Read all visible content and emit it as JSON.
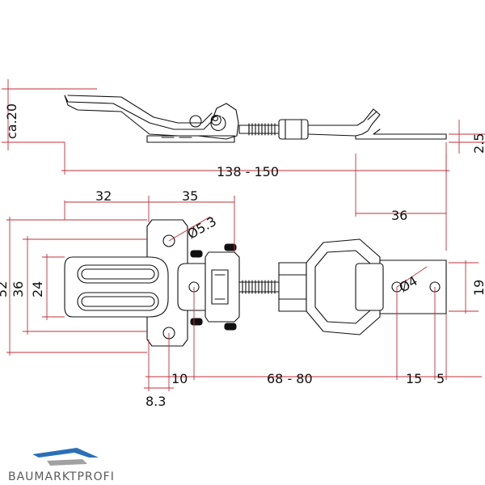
{
  "colors": {
    "dimension": "#c0303a",
    "outline": "#111111",
    "logo_blue": "#2a6fb8",
    "logo_grey": "#8a8a8a"
  },
  "dimensions": {
    "side_height": "ca.20",
    "thickness": "2.5",
    "total_length": "138 - 150",
    "width_a": "32",
    "width_b": "35",
    "hole_large": "Ø5.3",
    "hook_length": "36",
    "height_total": "52",
    "height_mid": "36",
    "height_inner": "24",
    "hook_hole": "Ø4",
    "hook_height": "19",
    "offset_a": "10",
    "stroke_range": "68 - 80",
    "hook_spacing_a": "15",
    "hook_spacing_b": "5",
    "edge_offset": "8.3"
  },
  "logo": {
    "text": "BAUMARKTPROFI"
  }
}
